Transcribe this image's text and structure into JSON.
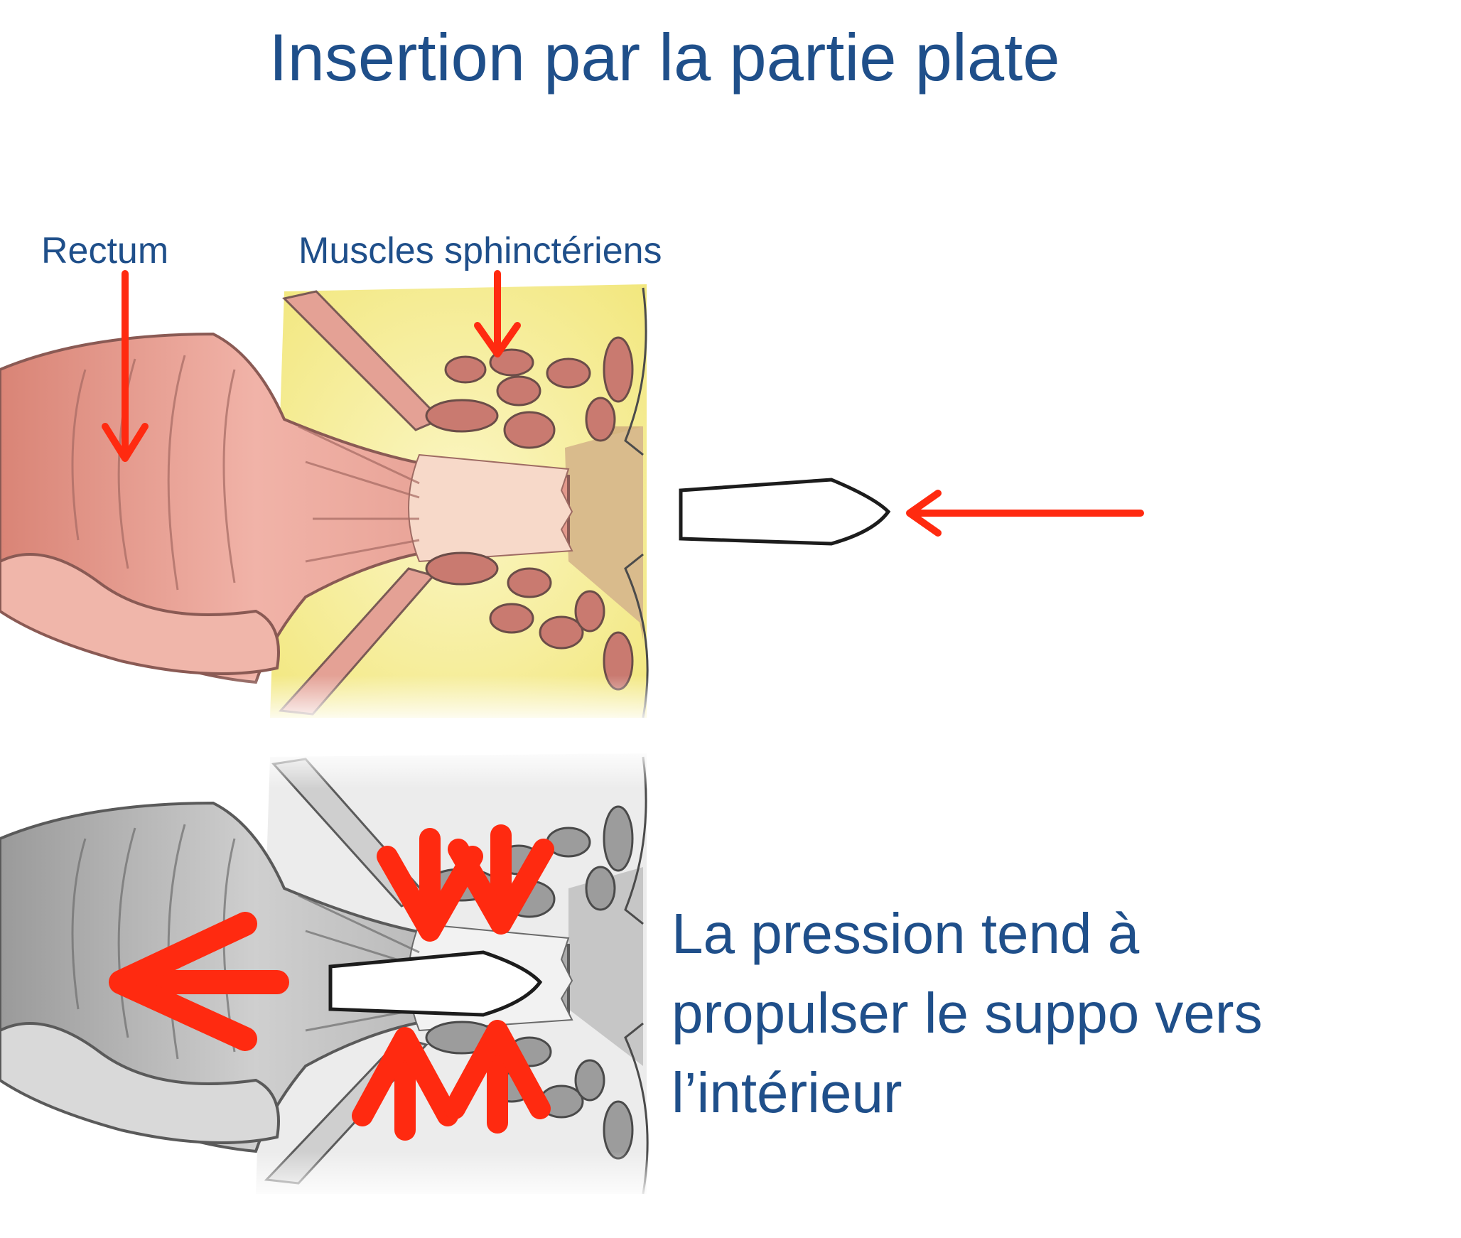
{
  "title": "Insertion par la partie plate",
  "labels": {
    "rectum": "Rectum",
    "muscles": "Muscles sphinctériens"
  },
  "caption": {
    "line1": "La pression tend à",
    "line2": "propulser le suppo vers",
    "line3": "l’intérieur"
  },
  "colors": {
    "text": "#1f4f8a",
    "arrow": "#ff2a10",
    "tissue": "#e89b8e",
    "muscle": "#c9766c",
    "fat": "#f7ef9c",
    "skin": "#d7b98a",
    "gray": "#b5b5b5"
  }
}
